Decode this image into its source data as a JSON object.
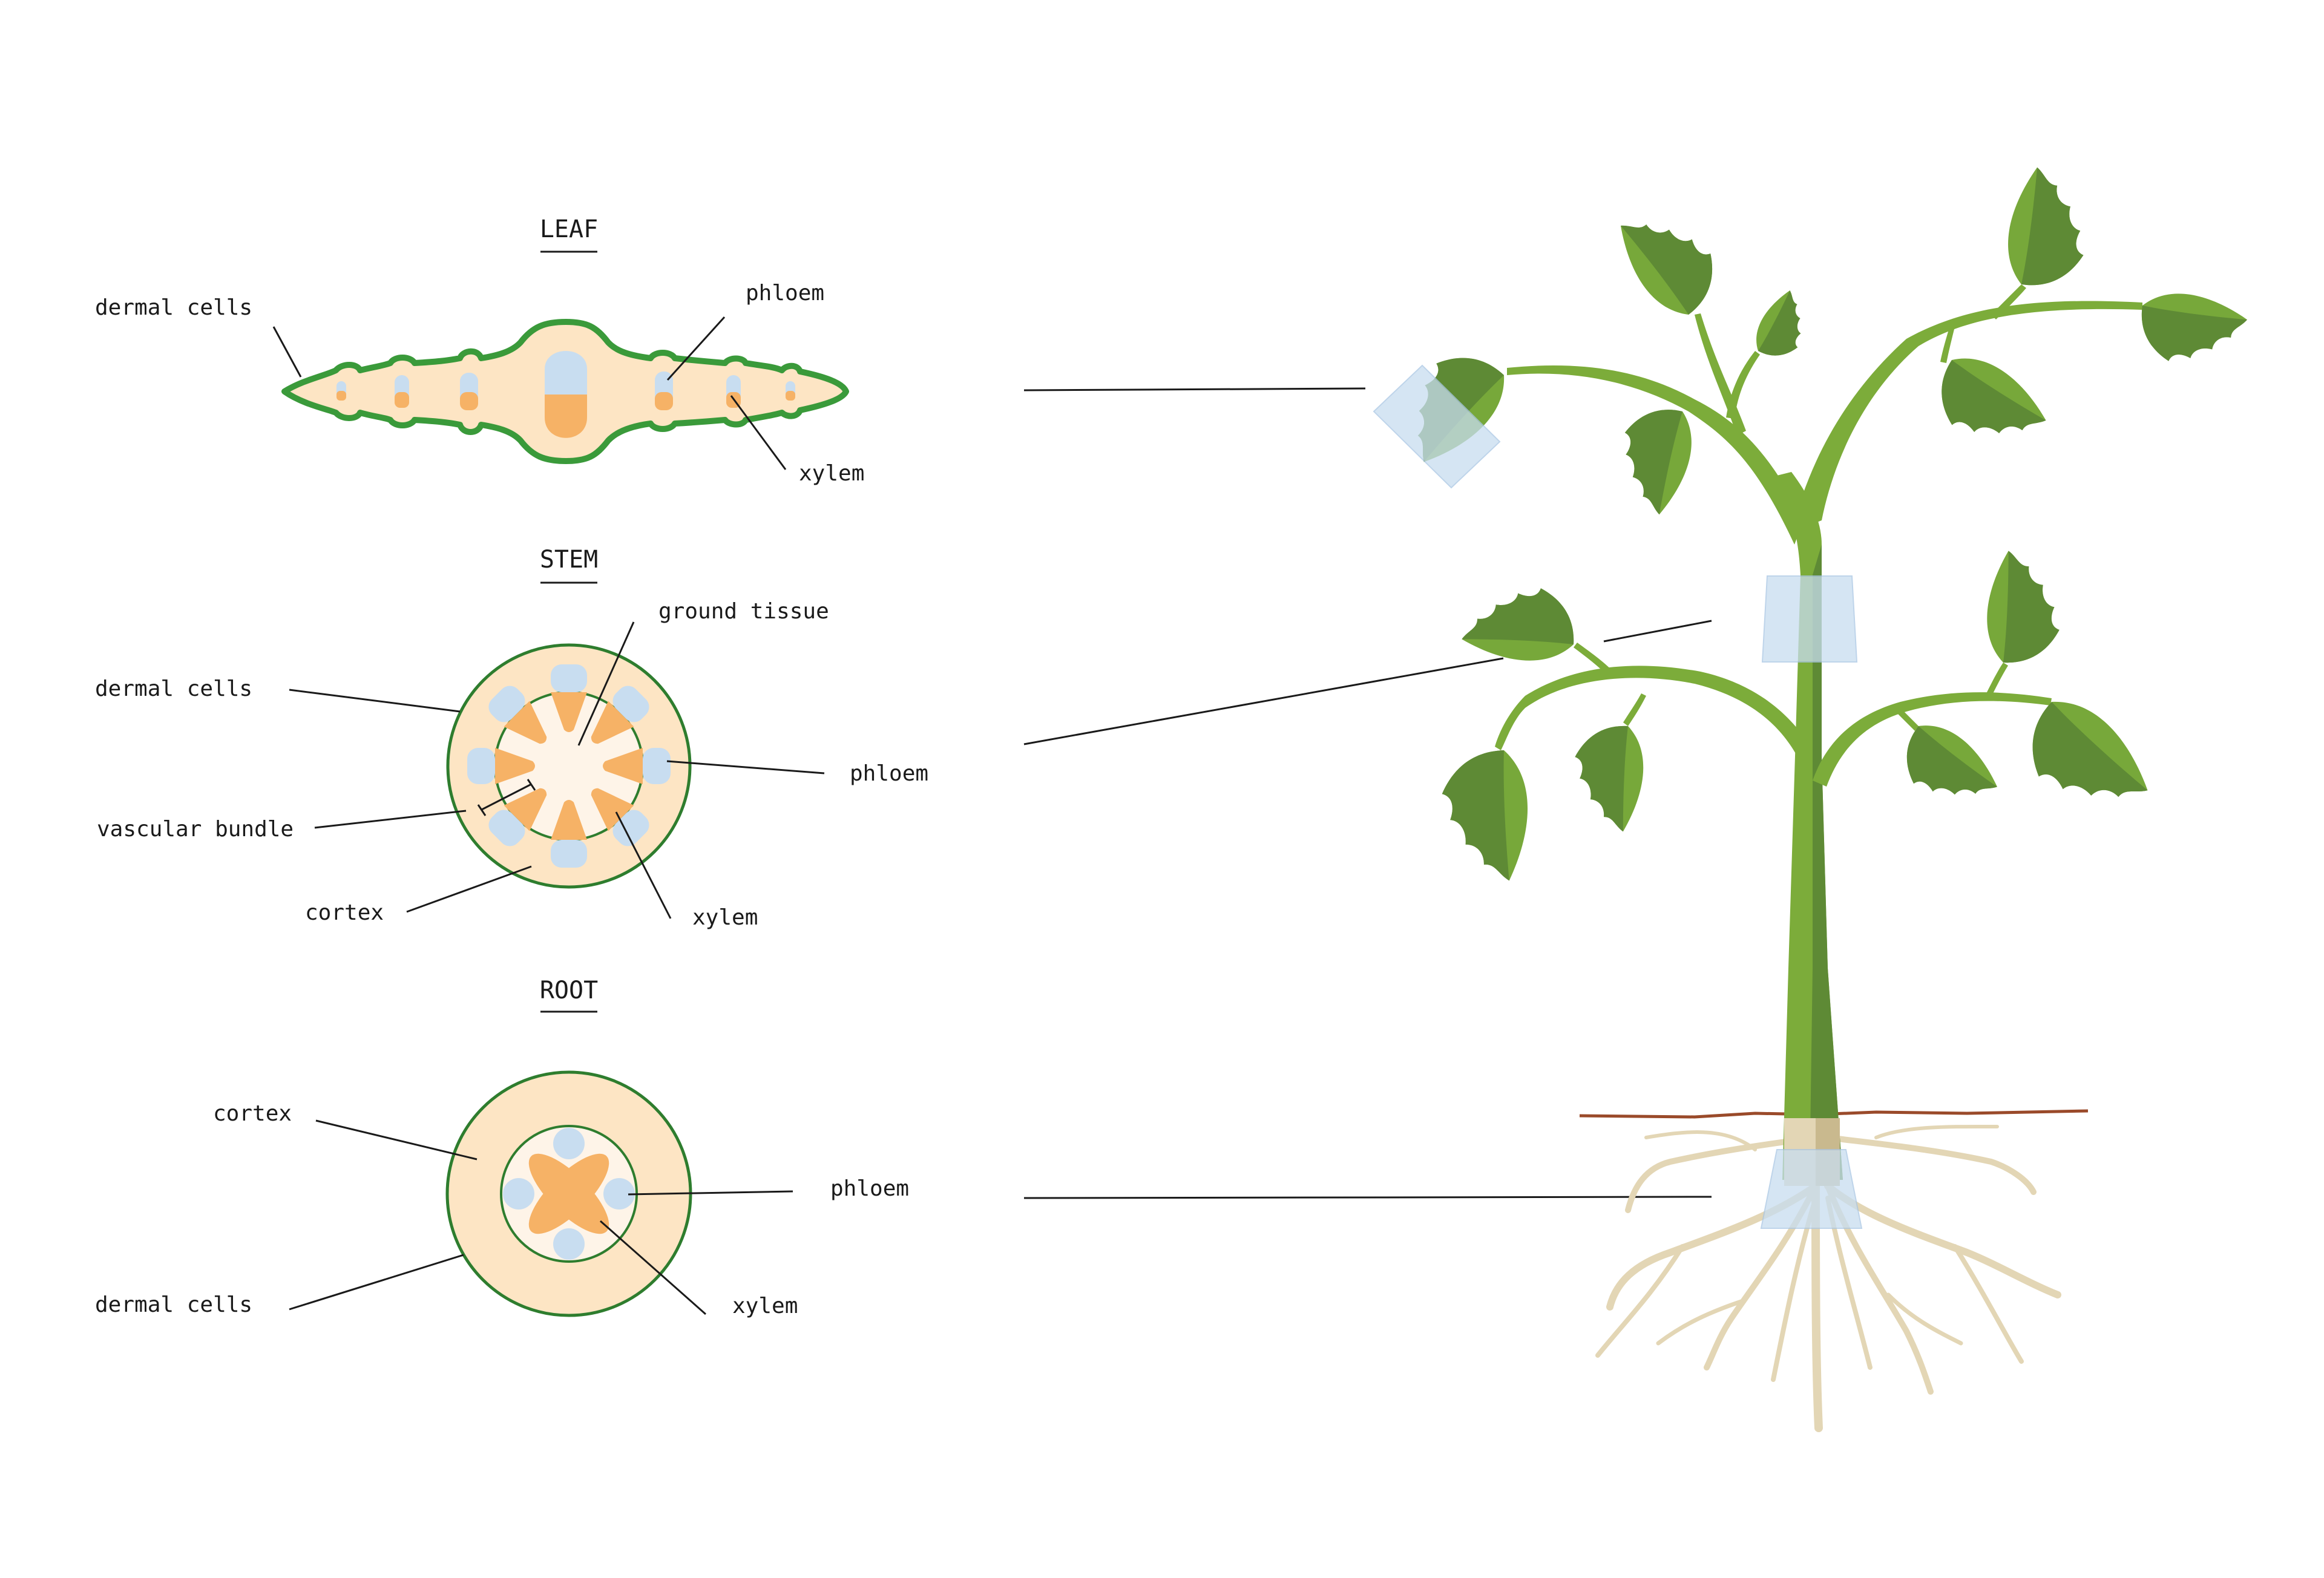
{
  "sections": {
    "leaf": {
      "title": "LEAF",
      "labels": {
        "dermal": "dermal cells",
        "phloem": "phloem",
        "xylem": "xylem"
      }
    },
    "stem": {
      "title": "STEM",
      "labels": {
        "ground": "ground tissue",
        "dermal": "dermal cells",
        "phloem": "phloem",
        "vascular": "vascular bundle",
        "cortex": "cortex",
        "xylem": "xylem"
      }
    },
    "root": {
      "title": "ROOT",
      "labels": {
        "cortex": "cortex",
        "phloem": "phloem",
        "dermal": "dermal cells",
        "xylem": "xylem"
      }
    }
  },
  "colors": {
    "dermal_outline": "#2e8b2e",
    "tissue_fill": "#fde5c4",
    "xylem": "#f6b266",
    "phloem": "#c8ddf0",
    "leaf_light": "#77a83a",
    "leaf_dark": "#5e8a35",
    "stem": "#7cac3a",
    "root": "#e3d6b5",
    "soil": "#9a4a2a"
  }
}
